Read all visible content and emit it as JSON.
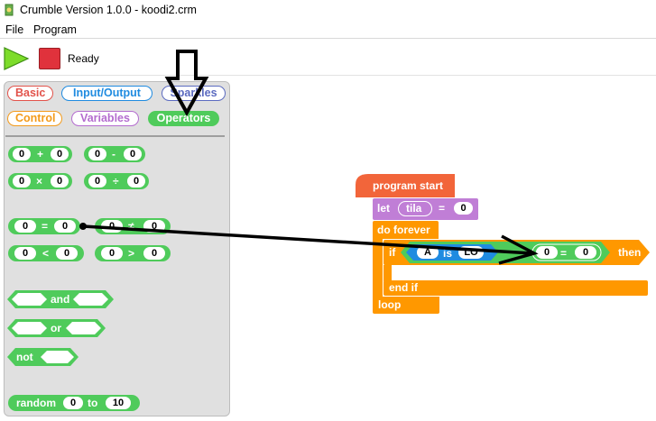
{
  "window": {
    "title": "Crumble Version 1.0.0 - koodi2.crm"
  },
  "menu": [
    "File",
    "Program"
  ],
  "toolbar": {
    "status": "Ready"
  },
  "palette": {
    "tabs": [
      "Basic",
      "Input/Output",
      "Sparkles",
      "Control",
      "Variables",
      "Operators"
    ],
    "selected_tab": "Operators",
    "blocks": {
      "plus": {
        "left": "0",
        "op": "+",
        "right": "0"
      },
      "minus": {
        "left": "0",
        "op": "-",
        "right": "0"
      },
      "times": {
        "left": "0",
        "op": "×",
        "right": "0"
      },
      "divide": {
        "left": "0",
        "op": "÷",
        "right": "0"
      },
      "equals": {
        "left": "0",
        "op": "=",
        "right": "0"
      },
      "notequal": {
        "left": "0",
        "op": "≠",
        "right": "0"
      },
      "less": {
        "left": "0",
        "op": "<",
        "right": "0"
      },
      "greater": {
        "left": "0",
        "op": ">",
        "right": "0"
      },
      "and": "and",
      "or": "or",
      "not": "not",
      "random": {
        "label": "random",
        "from": "0",
        "to_label": "to",
        "to": "10"
      }
    }
  },
  "program": {
    "start": "program start",
    "let": {
      "keyword": "let",
      "var": "tila",
      "op": "=",
      "value": "0"
    },
    "forever": "do forever",
    "if": {
      "keyword": "if",
      "pin": "A",
      "is": "is",
      "state": "LO",
      "cmp_left": "0",
      "cmp_op": "=",
      "cmp_right": "0",
      "then": "then"
    },
    "endif": "end if",
    "loop": "loop"
  },
  "colors": {
    "operators": "#4fcb5b",
    "control": "#ff9800",
    "variables": "#c07ed6",
    "start": "#f2653a",
    "io": "#1f8be0"
  }
}
